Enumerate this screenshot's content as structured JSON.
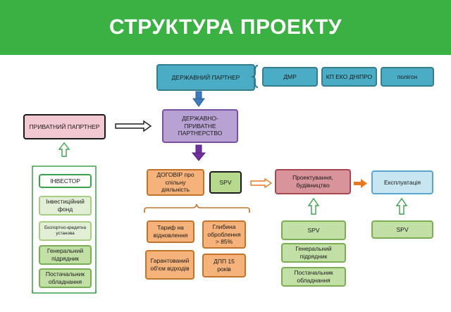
{
  "title": "СТРУКТУРА ПРОЕКТУ",
  "state_partner": {
    "label": "ДЕРЖАВНИЙ ПАРТНЕР",
    "members": [
      "ДМР",
      "КП ЕКО ДНІПРО",
      "полігон"
    ]
  },
  "private_partner": "ПРИВАТНИЙ ПАПРТНЕР",
  "ppp": "ДЕРЖАВНО-ПРИВАТНЕ ПАРТНЕРСТВО",
  "investor_group": {
    "header": "ІНВЕСТОР",
    "items": [
      "Інвестиційний фонд",
      "Експортно-кредитна установа",
      "Генеральний підрядник",
      "Постачальник обладнання"
    ]
  },
  "agreement": "ДОГОВІР про спільну діяльність",
  "spv": "SPV",
  "terms": [
    "Тариф на відновлення",
    "Глибина оброблення > 85%",
    "Гарантований об'єм відходів",
    "ДПП 15 років"
  ],
  "design": "Проектування, будівництво",
  "design_sub": [
    "SPV",
    "Генеральний підрядник",
    "Постачальник обладнання"
  ],
  "operation": "Експлуатація",
  "operation_sub": [
    "SPV"
  ],
  "colors": {
    "header": "#3bb143",
    "blue": "#4bacc6",
    "purple": "#7030a0",
    "orange": "#e87722",
    "green": "#3aa24a"
  }
}
